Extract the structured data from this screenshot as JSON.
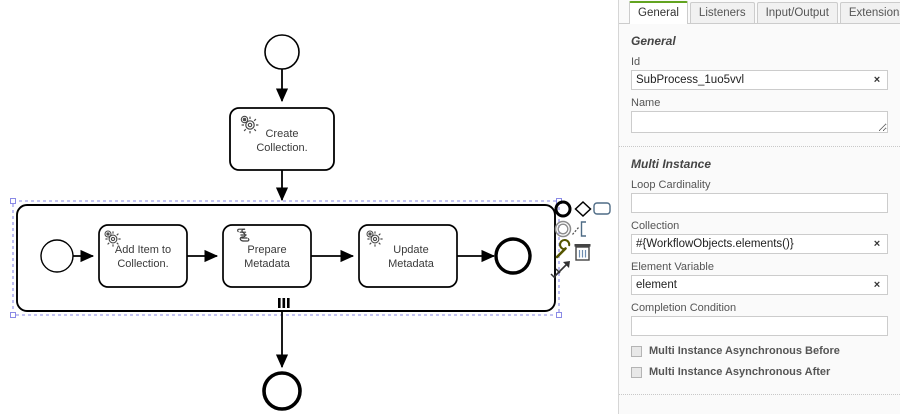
{
  "panel": {
    "tabs": [
      {
        "id": "general",
        "label": "General",
        "active": true
      },
      {
        "id": "listeners",
        "label": "Listeners",
        "active": false
      },
      {
        "id": "input-output",
        "label": "Input/Output",
        "active": false
      },
      {
        "id": "extensions",
        "label": "Extensions",
        "active": false
      }
    ],
    "accent_color": "#62a420",
    "groups": {
      "general": {
        "title": "General",
        "id_label": "Id",
        "id_value": "SubProcess_1uo5vvl",
        "id_clear": "×",
        "name_label": "Name",
        "name_value": "",
        "name_placeholder": ""
      },
      "multi_instance": {
        "title": "Multi Instance",
        "loop_cardinality_label": "Loop Cardinality",
        "loop_cardinality_value": "",
        "collection_label": "Collection",
        "collection_value": "#{WorkflowObjects.elements()}",
        "collection_clear": "×",
        "element_variable_label": "Element Variable",
        "element_variable_value": "element",
        "element_variable_clear": "×",
        "completion_condition_label": "Completion Condition",
        "completion_condition_value": "",
        "async_before_label": "Multi Instance Asynchronous Before",
        "async_before_checked": false,
        "async_after_label": "Multi Instance Asynchronous After",
        "async_after_checked": false
      }
    }
  },
  "diagram": {
    "start_event": {
      "name": "start-event"
    },
    "create_collection_task": {
      "line1": "Create",
      "line2": "Collection.",
      "icon": "service-task-gear-icon"
    },
    "subprocess": {
      "selected": true,
      "marker": "parallel-multi-instance-marker",
      "inner_start_event": "inner-start-event",
      "inner_end_event": "inner-end-event",
      "tasks": [
        {
          "line1": "Add Item to",
          "line2": "Collection.",
          "icon": "service-task-gear-icon"
        },
        {
          "line1": "Prepare",
          "line2": "Metadata",
          "icon": "script-task-icon"
        },
        {
          "line1": "Update",
          "line2": "Metadata",
          "icon": "service-task-gear-icon"
        }
      ]
    },
    "end_event": {
      "name": "end-event"
    },
    "context_pad": {
      "items": [
        {
          "name": "append-end-event-icon",
          "title": "Append EndEvent"
        },
        {
          "name": "append-gateway-icon",
          "title": "Append Gateway"
        },
        {
          "name": "append-task-icon",
          "title": "Append Task"
        },
        {
          "name": "append-intermediate-event-icon",
          "title": "Append Intermediate/Boundary Event"
        },
        {
          "name": "append-text-annotation-icon",
          "title": "Append TextAnnotation"
        },
        {
          "name": "wrench-change-type-icon",
          "title": "Change type"
        },
        {
          "name": "trash-delete-icon",
          "title": "Remove"
        },
        {
          "name": "connect-tool-icon",
          "title": "Connect using Sequence/MessageFlow"
        }
      ]
    }
  },
  "colors": {
    "selection": "#8a8ae6",
    "stroke": "#000000",
    "label_text": "#3a3a3a",
    "panel_bg": "#fafafa",
    "tab_active_bg": "#ffffff"
  }
}
